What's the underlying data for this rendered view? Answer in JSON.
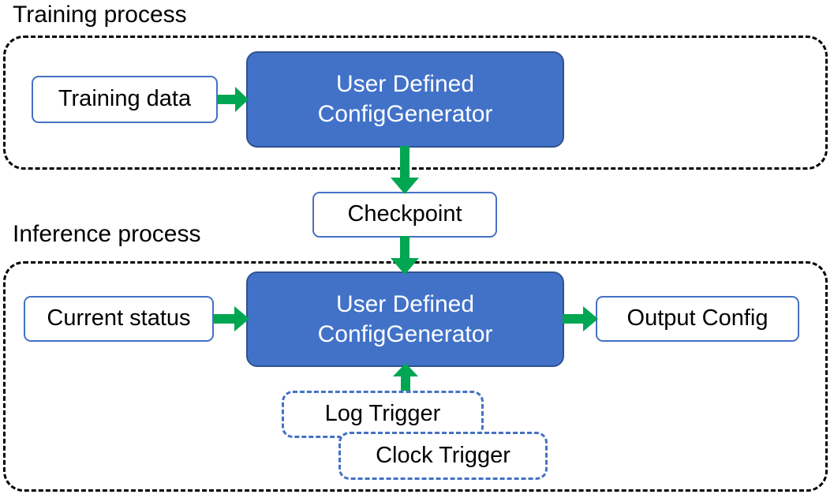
{
  "diagram": {
    "title_training": "Training process",
    "title_inference": "Inference process",
    "colors": {
      "primary_fill": "#4272C8",
      "primary_border": "#2F528F",
      "node_border": "#4472C4",
      "arrow": "#00A651",
      "container_border": "#000000",
      "text_dark": "#000000",
      "text_light": "#FFFFFF"
    },
    "nodes": {
      "training_data": "Training data",
      "generator_training_line1": "User Defined",
      "generator_training_line2": "ConfigGenerator",
      "checkpoint": "Checkpoint",
      "current_status": "Current status",
      "generator_inference_line1": "User Defined",
      "generator_inference_line2": "ConfigGenerator",
      "output_config": "Output Config",
      "log_trigger": "Log Trigger",
      "clock_trigger": "Clock Trigger"
    },
    "edges": [
      {
        "from": "Training data",
        "to": "User Defined ConfigGenerator",
        "direction": "right"
      },
      {
        "from": "User Defined ConfigGenerator",
        "to": "Checkpoint",
        "direction": "down"
      },
      {
        "from": "Checkpoint",
        "to": "User Defined ConfigGenerator",
        "direction": "down"
      },
      {
        "from": "Current status",
        "to": "User Defined ConfigGenerator",
        "direction": "right"
      },
      {
        "from": "User Defined ConfigGenerator",
        "to": "Output Config",
        "direction": "right"
      },
      {
        "from": "Log Trigger / Clock Trigger",
        "to": "User Defined ConfigGenerator",
        "direction": "up"
      }
    ]
  }
}
